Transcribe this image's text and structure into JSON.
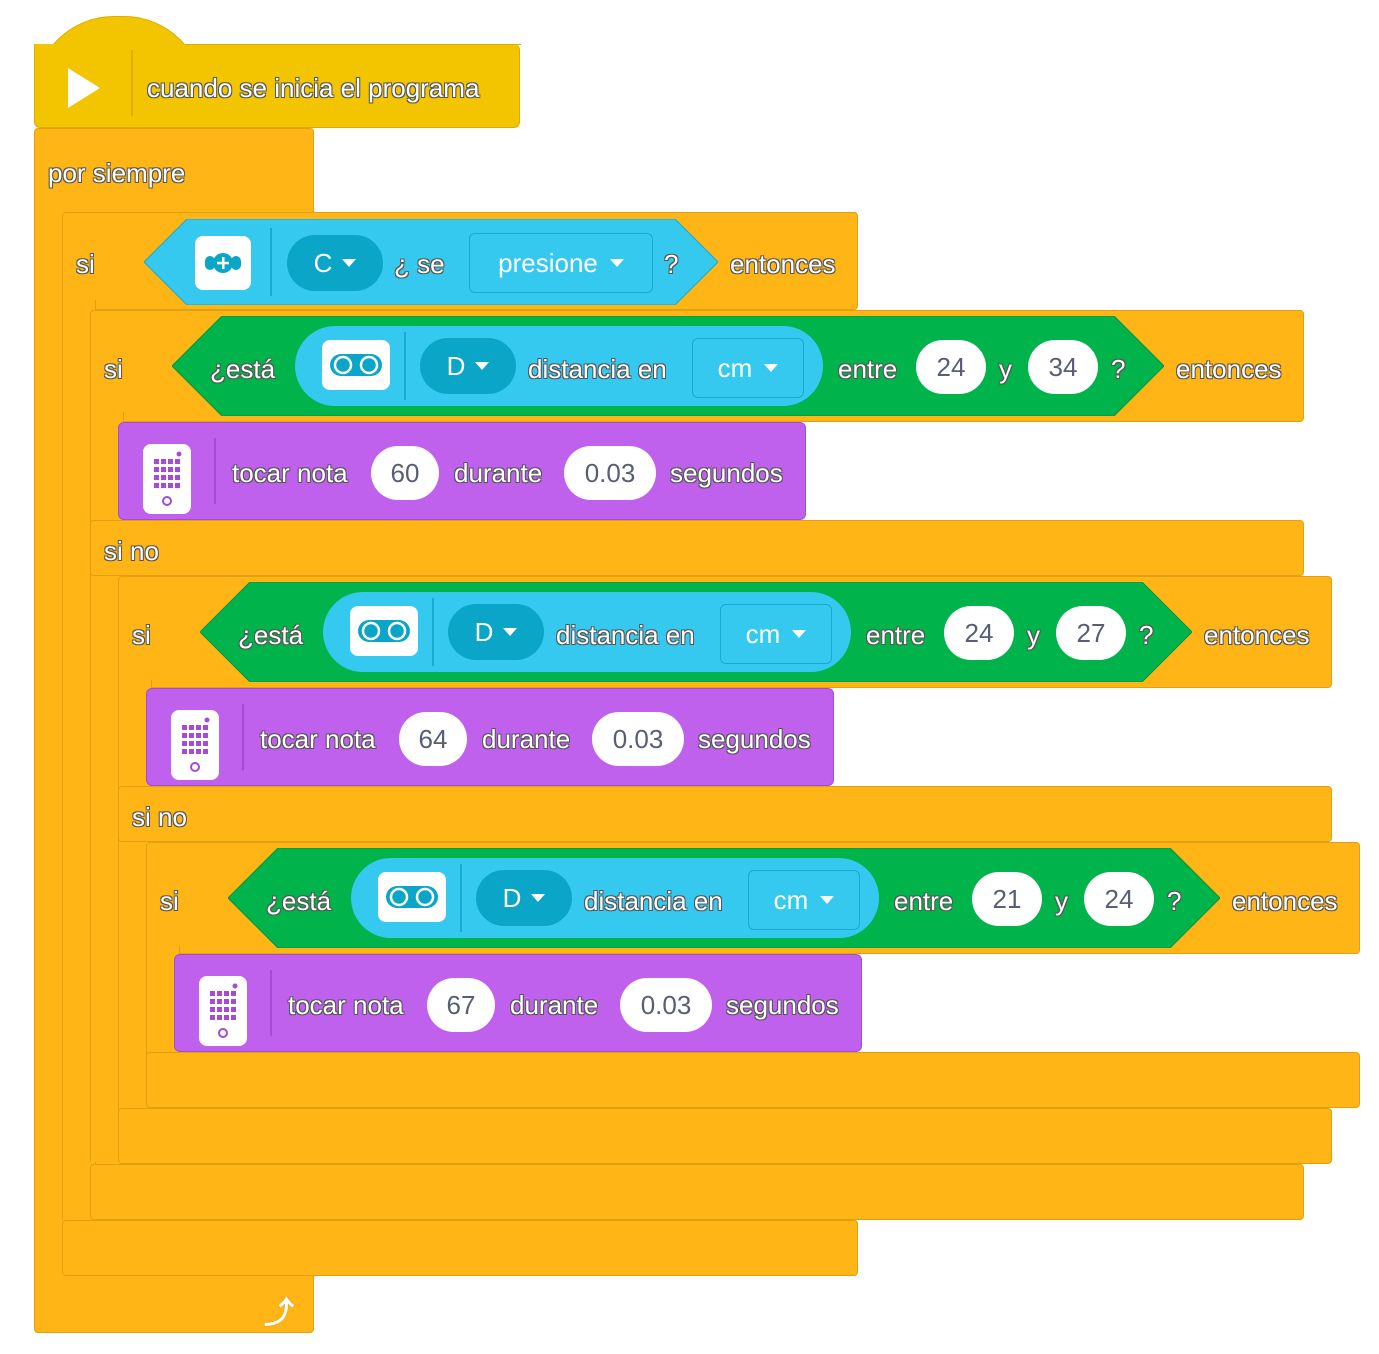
{
  "event_block": {
    "label": "cuando se inicia el programa",
    "icon": "play-icon"
  },
  "forever_block": {
    "label": "por siempre",
    "loop_icon": "loop-arrow-icon"
  },
  "if_button": {
    "if_label": "si",
    "then_label": "entonces",
    "port": "C",
    "question_prefix": "¿ se",
    "action": "presione",
    "question_suffix": "?",
    "icon": "force-sensor-icon"
  },
  "nested_ifs": [
    {
      "if_label": "si",
      "is_label": "¿está",
      "port": "D",
      "measure_label": "distancia en",
      "unit": "cm",
      "between_label": "entre",
      "low": "24",
      "and_label": "y",
      "high": "34",
      "question_suffix": "?",
      "then_label": "entonces",
      "note_label": "tocar nota",
      "note": "60",
      "during_label": "durante",
      "duration": "0.03",
      "seconds_label": "segundos",
      "else_label": "si no"
    },
    {
      "if_label": "si",
      "is_label": "¿está",
      "port": "D",
      "measure_label": "distancia en",
      "unit": "cm",
      "between_label": "entre",
      "low": "24",
      "and_label": "y",
      "high": "27",
      "question_suffix": "?",
      "then_label": "entonces",
      "note_label": "tocar nota",
      "note": "64",
      "during_label": "durante",
      "duration": "0.03",
      "seconds_label": "segundos",
      "else_label": "si no"
    },
    {
      "if_label": "si",
      "is_label": "¿está",
      "port": "D",
      "measure_label": "distancia en",
      "unit": "cm",
      "between_label": "entre",
      "low": "21",
      "and_label": "y",
      "high": "24",
      "question_suffix": "?",
      "then_label": "entonces",
      "note_label": "tocar nota",
      "note": "67",
      "during_label": "durante",
      "duration": "0.03",
      "seconds_label": "segundos"
    }
  ],
  "colors": {
    "event": "#F2C500",
    "control": "#FFB515",
    "sensor": "#36C9F0",
    "sensor_dark": "#0BA5C8",
    "operator": "#00B34A",
    "sound": "#C061EE"
  }
}
